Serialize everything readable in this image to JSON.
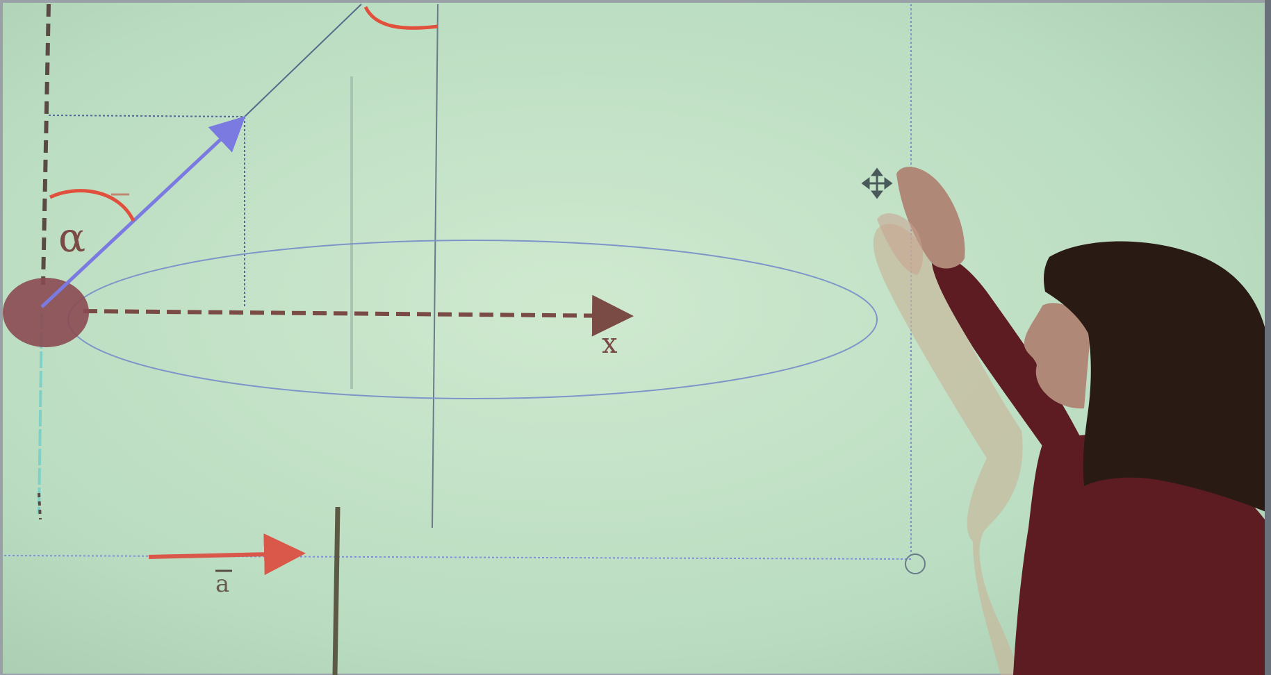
{
  "screen": {
    "background_color": "#b9dcc0",
    "highlight_color": "#cfe9cf"
  },
  "diagram": {
    "alpha_label": "α",
    "x_axis_label": "x",
    "a_vector_label": "a",
    "vector_color": "#7a7ae0",
    "dashed_axis_color": "#7a4a44",
    "guide_line_color": "#7d95c8",
    "angle_arc_color": "#e0503c",
    "vertical_arrow_color": "#7fd0c8",
    "mass_color": "#8a4a52",
    "a_arrow_color": "#d9584a"
  },
  "cursor": {
    "icon": "move-cursor-icon"
  },
  "presenter": {
    "sweater_color": "#5c1c22",
    "hair_color": "#2a1a14",
    "skin_color": "#b08878"
  }
}
